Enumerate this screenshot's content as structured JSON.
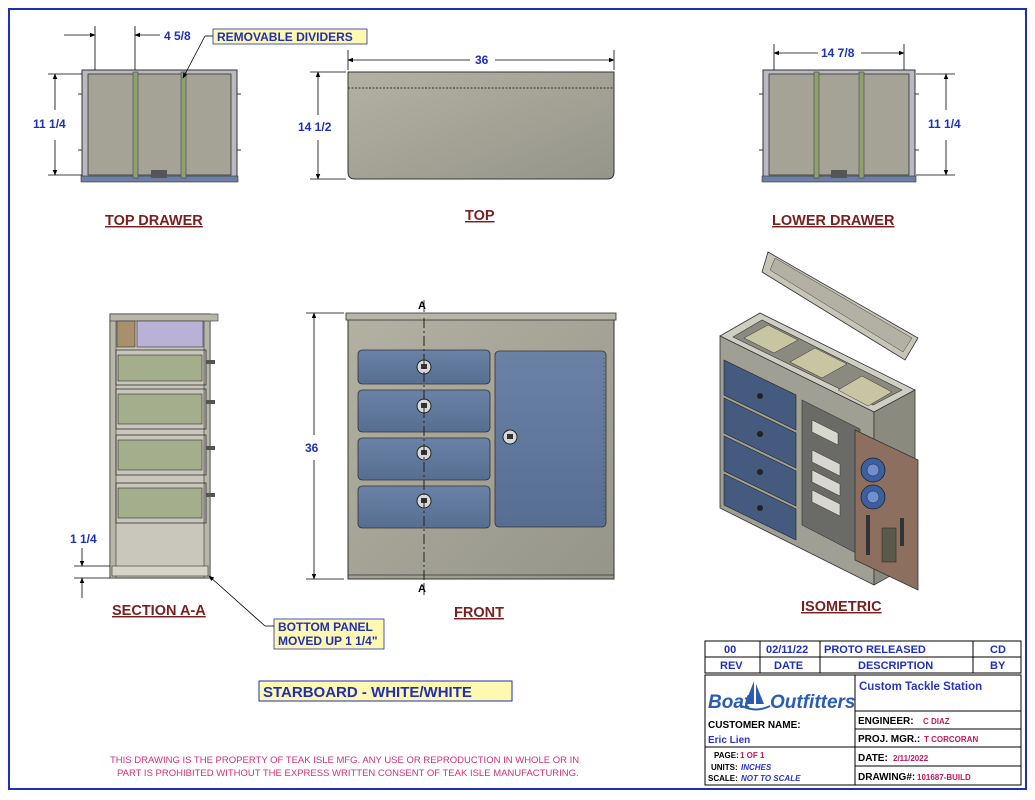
{
  "views": {
    "top_drawer": {
      "title": "TOP DRAWER",
      "dim_width": "4 5/8",
      "dim_height": "11 1/4",
      "note": "REMOVABLE DIVIDERS"
    },
    "top": {
      "title": "TOP",
      "dim_width": "36",
      "dim_height": "14 1/2"
    },
    "lower_drawer": {
      "title": "LOWER DRAWER",
      "dim_width": "14 7/8",
      "dim_height": "11 1/4"
    },
    "section": {
      "title": "SECTION A-A",
      "dim_offset": "1 1/4",
      "note_line1": "BOTTOM PANEL",
      "note_line2": "MOVED UP 1 1/4\""
    },
    "front": {
      "title": "FRONT",
      "dim_height": "36",
      "section_mark": "A"
    },
    "isometric": {
      "title": "ISOMETRIC"
    }
  },
  "color_note": "STARBOARD - WHITE/WHITE",
  "disclaimer": {
    "line1": "THIS DRAWING IS THE PROPERTY OF TEAK ISLE MFG.  ANY USE OR REPRODUCTION IN WHOLE OR IN",
    "line2": "PART IS PROHIBITED WITHOUT THE EXPRESS WRITTEN CONSENT OF TEAK ISLE MANUFACTURING."
  },
  "revision": {
    "rev": "00",
    "date": "02/11/22",
    "description": "PROTO RELEASED",
    "by": "CD",
    "headers": {
      "rev": "REV",
      "date": "DATE",
      "description": "DESCRIPTION",
      "by": "BY"
    }
  },
  "title_block": {
    "logo_left": "Boat",
    "logo_right": "Outfitters",
    "project": "Custom Tackle Station",
    "customer_label": "CUSTOMER NAME:",
    "customer": "Eric Lien",
    "page_label": "PAGE:",
    "page": "1 OF 1",
    "units_label": "UNITS:",
    "units": "INCHES",
    "scale_label": "SCALE:",
    "scale": "NOT TO SCALE",
    "engineer_label": "ENGINEER:",
    "engineer": "C DIAZ",
    "pm_label": "PROJ. MGR.:",
    "pm": "T CORCORAN",
    "date_label": "DATE:",
    "date": "2/11/2022",
    "drawing_label": "DRAWING#:",
    "drawing": "101687-BUILD"
  },
  "colors": {
    "border": "#1f2fb8",
    "dimension": "#1f2fb8",
    "title": "#7a1f1f",
    "panel": "#a3a293",
    "drawer": "#5d7699",
    "tray": "#a4ad8c",
    "note_fill": "#fff8b0"
  }
}
